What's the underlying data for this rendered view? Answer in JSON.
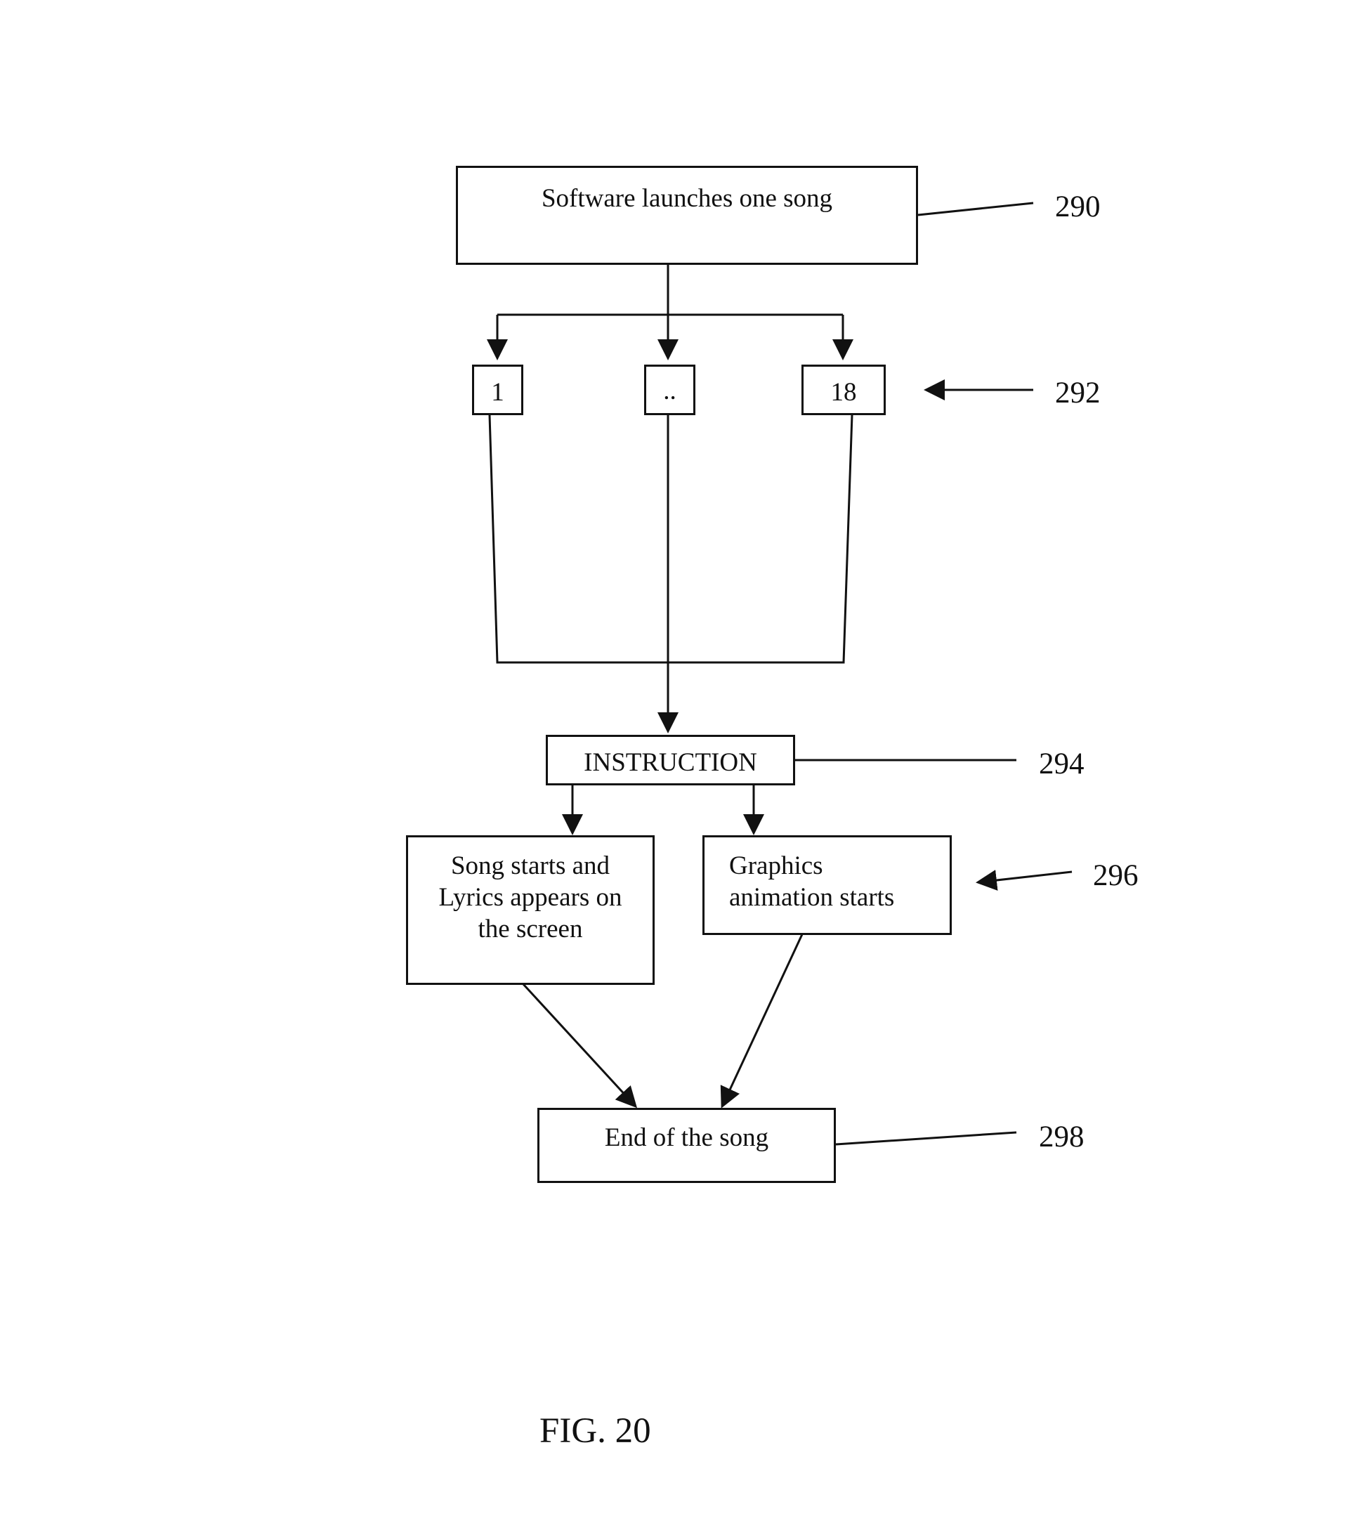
{
  "boxes": {
    "launch": "Software launches one song",
    "option_first": "1",
    "option_middle": "..",
    "option_last": "18",
    "instruction": "INSTRUCTION",
    "song_lines": [
      "Song starts and",
      "Lyrics appears on",
      "the screen"
    ],
    "graphics_lines": [
      "Graphics",
      "animation starts"
    ],
    "end": "End of the song"
  },
  "labels": {
    "ref_290": "290",
    "ref_292": "292",
    "ref_294": "294",
    "ref_296": "296",
    "ref_298": "298"
  },
  "figure_caption": "FIG.  20"
}
